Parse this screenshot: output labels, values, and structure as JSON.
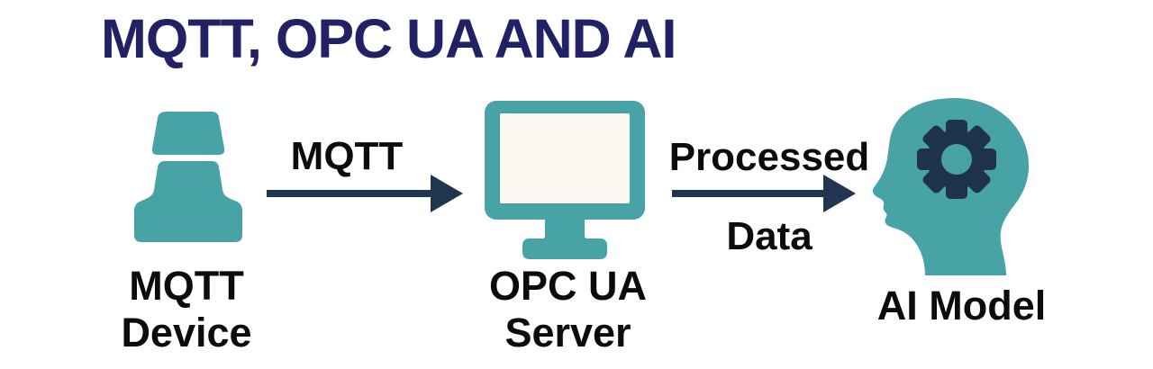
{
  "title": "MQTT, OPC UA AND AI",
  "colors": {
    "teal": "#48A3A6",
    "arrow_navy": "#203650",
    "gear_navy": "#1E3349",
    "title_navy": "#232166",
    "label_black": "#0C0C0C",
    "screen_offwhite": "#FAF8F1",
    "background": "#FFFFFF"
  },
  "nodes": [
    {
      "id": "mqtt-device",
      "label_line1": "MQTT",
      "label_line2": "Device",
      "icon": "mqtt-device-icon"
    },
    {
      "id": "opc-ua-server",
      "label_line1": "OPC UA",
      "label_line2": "Server",
      "icon": "monitor-icon"
    },
    {
      "id": "ai-model",
      "label": "AI Model",
      "icon": "head-gear-icon"
    }
  ],
  "arrows": [
    {
      "id": "arrow-mqtt",
      "label_above": "MQTT",
      "label_below": "",
      "direction": "right"
    },
    {
      "id": "arrow-processed-data",
      "label_above": "Processed",
      "label_below": "Data",
      "direction": "right"
    }
  ]
}
